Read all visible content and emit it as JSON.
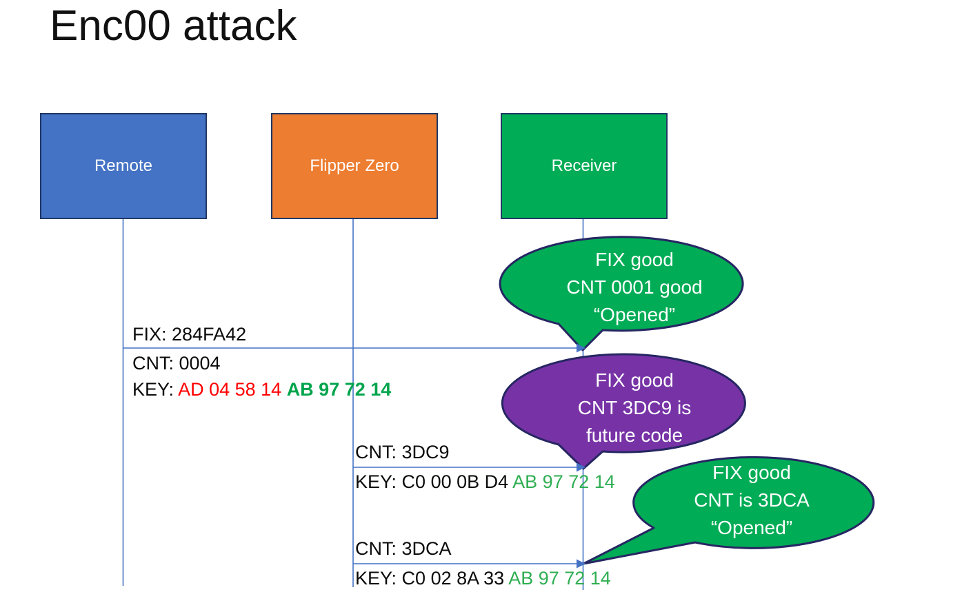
{
  "title": "Enc00 attack",
  "actors": [
    {
      "label": "Remote",
      "fill": "#4472C4"
    },
    {
      "label": "Flipper Zero",
      "fill": "#ED7D31"
    },
    {
      "label": "Receiver",
      "fill": "#00AC55"
    }
  ],
  "messages": [
    {
      "fix": "FIX: 284FA42",
      "cnt": "CNT: 0004",
      "key_prefix": "KEY: ",
      "key_red": "AD 04 58 14 ",
      "key_green": "AB 97 72 14",
      "from": "Remote",
      "to": "Receiver"
    },
    {
      "cnt": "CNT: 3DC9",
      "key_prefix": "KEY: ",
      "key_black": "C0 00 0B D4 ",
      "key_green": "AB 97 72 14",
      "from": "Flipper Zero",
      "to": "Receiver"
    },
    {
      "cnt": "CNT: 3DCA",
      "key_prefix": "KEY: ",
      "key_black": "C0 02 8A 33 ",
      "key_green": "AB 97 72 14",
      "from": "Flipper Zero",
      "to": "Receiver"
    }
  ],
  "bubbles": [
    {
      "fill": "#00AC55",
      "lines": [
        "FIX good",
        "CNT 0001 good",
        "“Opened”"
      ]
    },
    {
      "fill": "#7733A6",
      "lines": [
        "FIX good",
        "CNT 3DC9 is",
        "future code"
      ]
    },
    {
      "fill": "#00AC55",
      "lines": [
        "FIX good",
        "CNT is 3DCA",
        "“Opened”"
      ]
    }
  ],
  "colors": {
    "accent_blue": "#4472C4",
    "box_border": "#1F3864",
    "bubble_border": "#262663",
    "green_fill": "#00AC55",
    "purple_fill": "#7733A6",
    "orange_fill": "#ED7D31",
    "key_red": "#FF0000",
    "key_green_bold": "#00A44C",
    "key_green": "#2FAE52",
    "text_black": "#0B0B0B"
  }
}
